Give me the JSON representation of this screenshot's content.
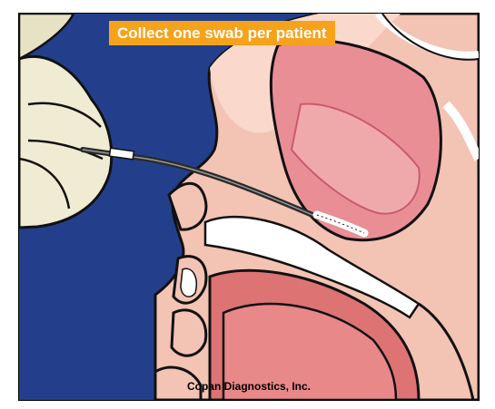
{
  "banner": {
    "text": "Collect one swab per patient",
    "color": "#f7a21b"
  },
  "credit": {
    "text": "Copan Diagnostics, Inc."
  },
  "illustration": {
    "subject": "nasopharyngeal swab inserted through the nostril, side view of the head",
    "colors": {
      "background": "#233f8c",
      "skin": "#f3c3b4",
      "skin_light": "#fad9cc",
      "nasal_cavity": "#e98e95",
      "mouth_interior": "#de7373",
      "glove": "#f0ecd3",
      "swab_shaft": "#2a2a2a",
      "swab_tip": "#ffffff"
    }
  }
}
